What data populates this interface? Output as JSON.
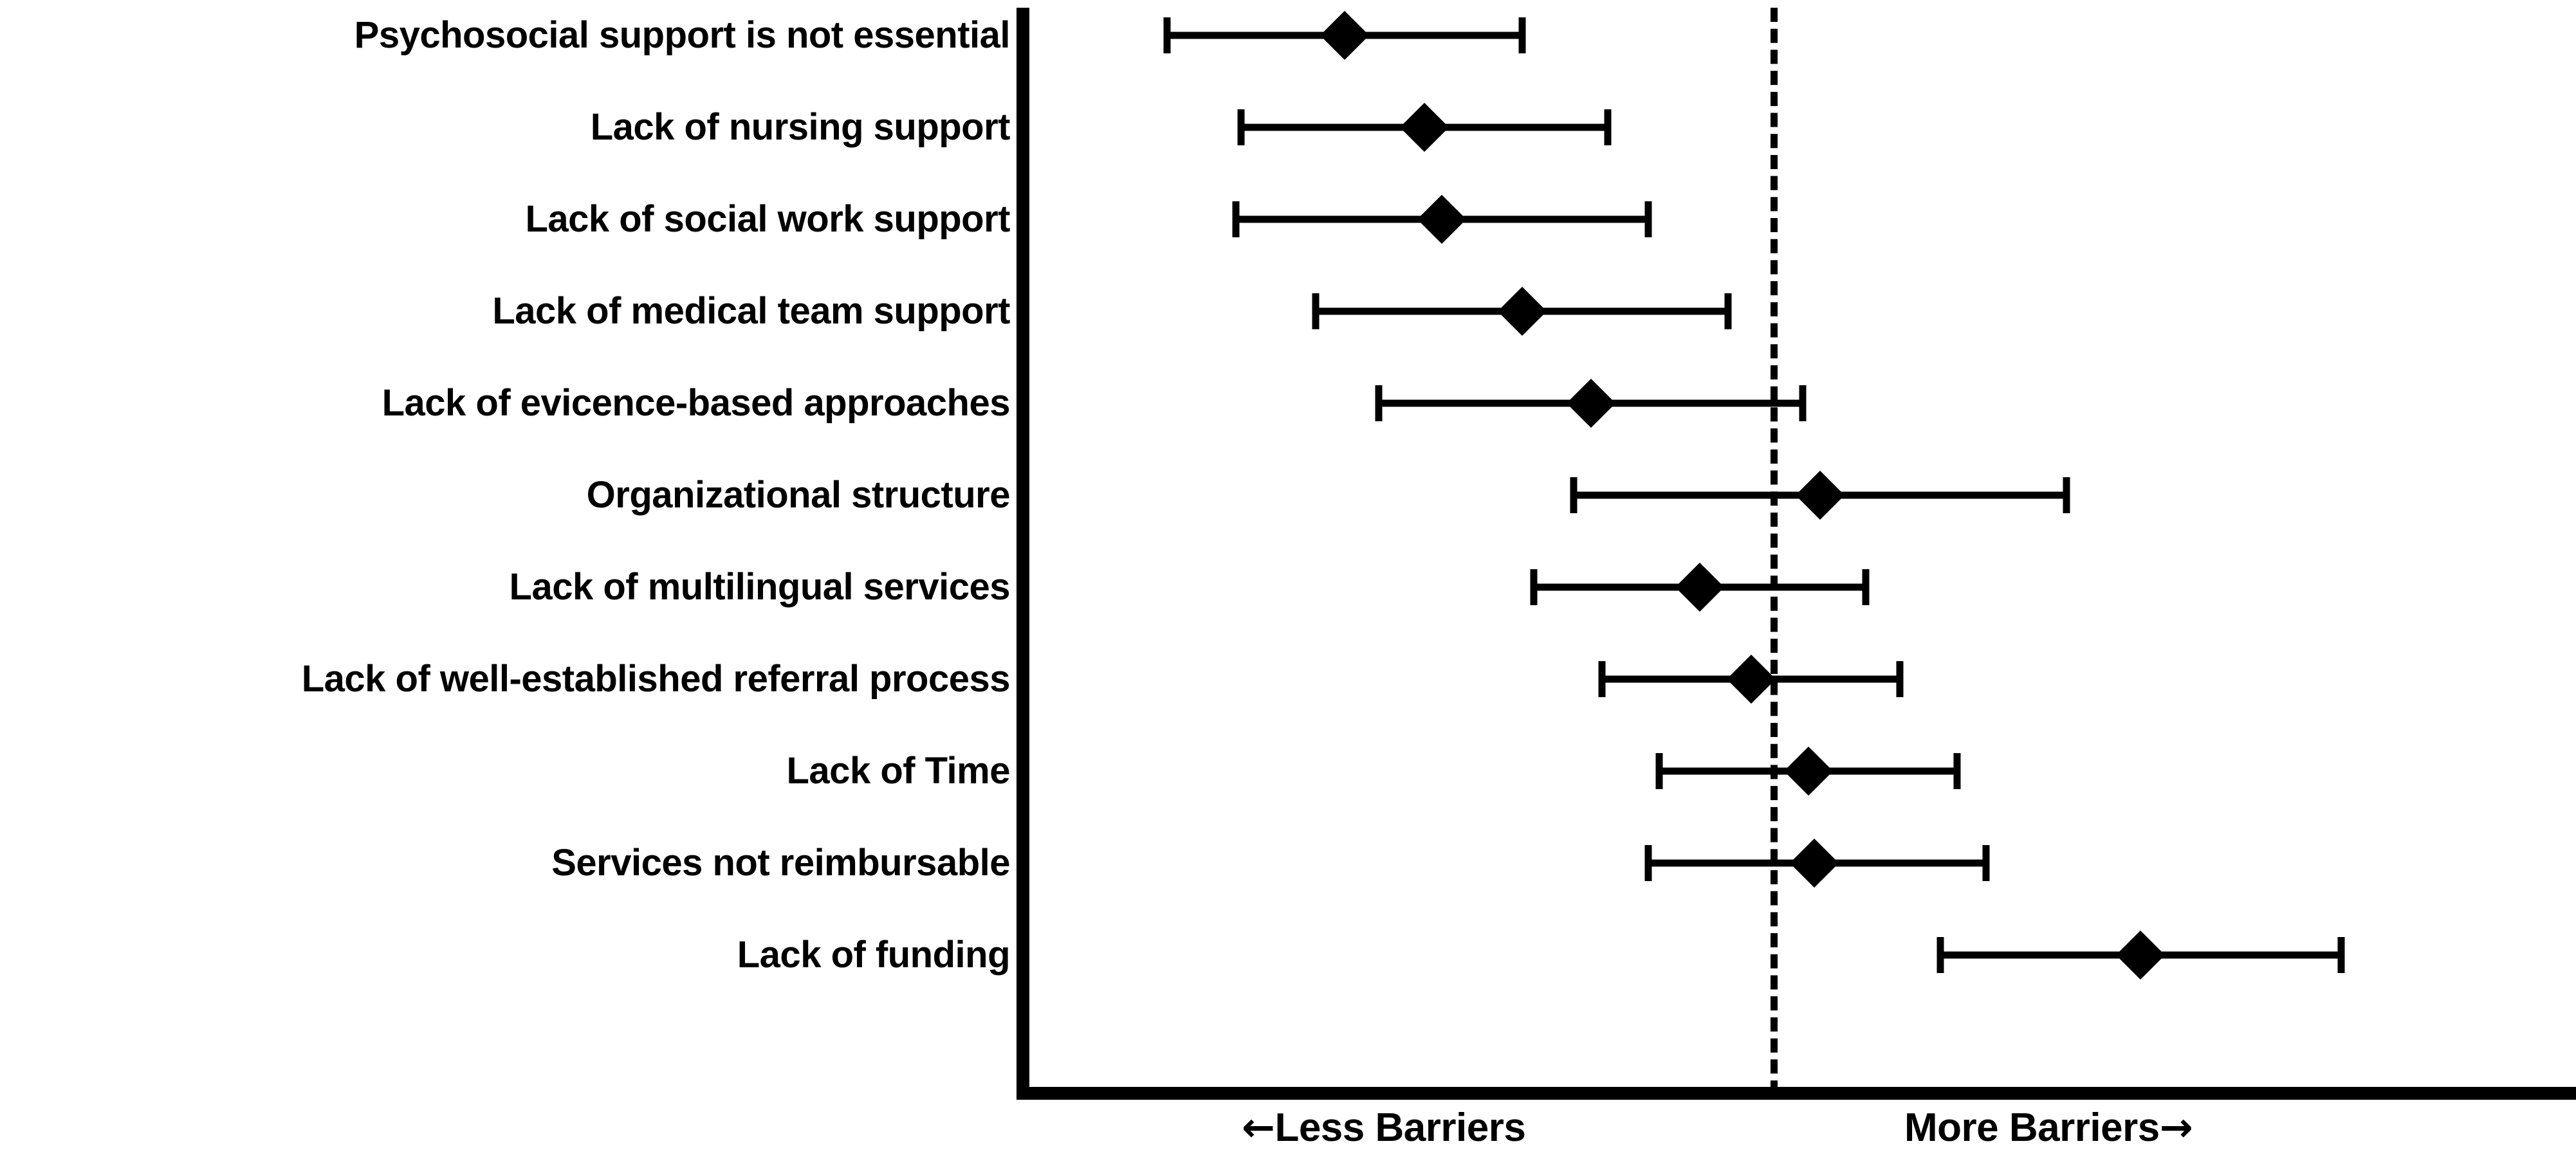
{
  "chart_data": {
    "type": "scatter",
    "subtype": "forest-plot",
    "title": "",
    "xlabel": "",
    "ylabel": "",
    "grid": false,
    "legend": null,
    "reference_line": {
      "value": 0,
      "style": "dashed",
      "color": "#000000",
      "label": ""
    },
    "axis_annotations": {
      "left": "Less Barriers",
      "left_arrow": "←",
      "right": "More Barriers",
      "right_arrow": "→"
    },
    "marker": "diamond",
    "marker_color": "#000000",
    "errorbar_color": "#000000",
    "categories": [
      "Psychosocial support is not essential",
      "Lack of nursing support",
      "Lack of social work support",
      "Lack of medical team support",
      "Lack of evicence-based approaches",
      "Organizational structure",
      "Lack of multilingual services",
      "Lack of well-established referral process",
      "Lack of Time",
      "Services not reimbursable",
      "Lack of funding"
    ],
    "values": [
      -0.75,
      -0.61,
      -0.58,
      -0.44,
      -0.32,
      0.08,
      -0.13,
      -0.04,
      0.06,
      0.07,
      0.64
    ],
    "ci_low": [
      -1.06,
      -0.93,
      -0.94,
      -0.8,
      -0.69,
      -0.35,
      -0.42,
      -0.3,
      -0.2,
      -0.22,
      0.29
    ],
    "ci_high": [
      -0.44,
      -0.29,
      -0.22,
      -0.08,
      0.05,
      0.51,
      0.16,
      0.22,
      0.32,
      0.37,
      0.99
    ],
    "xlim": [
      -1.3,
      1.4
    ],
    "n_categories": 11
  },
  "figure": {
    "background": "#ffffff",
    "ink": "#000000"
  }
}
